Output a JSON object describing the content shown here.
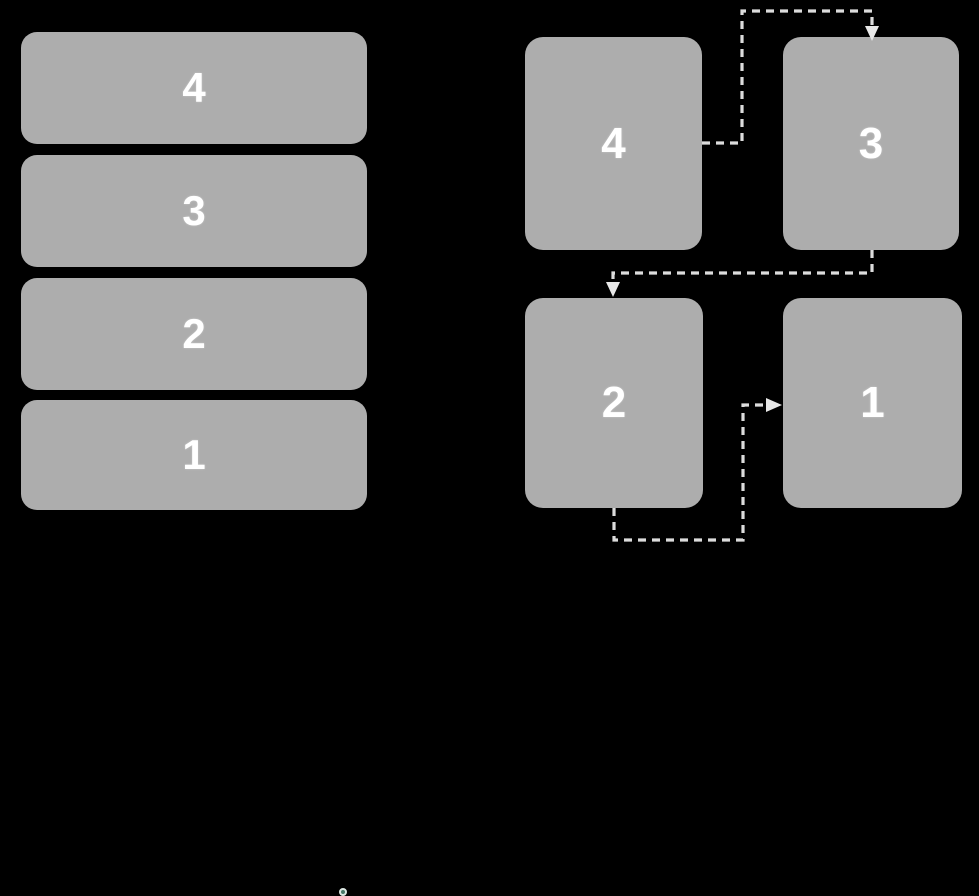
{
  "background_color": "#000000",
  "card_color": "#ADADAD",
  "label_color": "#FFFFFF",
  "connector_color": "#DCDCDC",
  "marker_color": "#4C7F6E",
  "stack": {
    "name": "vertical-stack",
    "cards": [
      {
        "label": "4"
      },
      {
        "label": "3"
      },
      {
        "label": "2"
      },
      {
        "label": "1"
      }
    ]
  },
  "grid": {
    "name": "two-by-two-grid",
    "cards": [
      {
        "label": "4",
        "position": "top-left"
      },
      {
        "label": "3",
        "position": "top-right"
      },
      {
        "label": "2",
        "position": "bottom-left"
      },
      {
        "label": "1",
        "position": "bottom-right"
      }
    ],
    "connectors": [
      {
        "from": "4",
        "to": "3",
        "style": "dashed",
        "arrow": "down-into-top"
      },
      {
        "from": "3",
        "to": "2",
        "style": "dashed",
        "arrow": "down-into-top"
      },
      {
        "from": "2",
        "to": "1",
        "style": "dashed",
        "arrow": "right-into-left"
      }
    ]
  }
}
